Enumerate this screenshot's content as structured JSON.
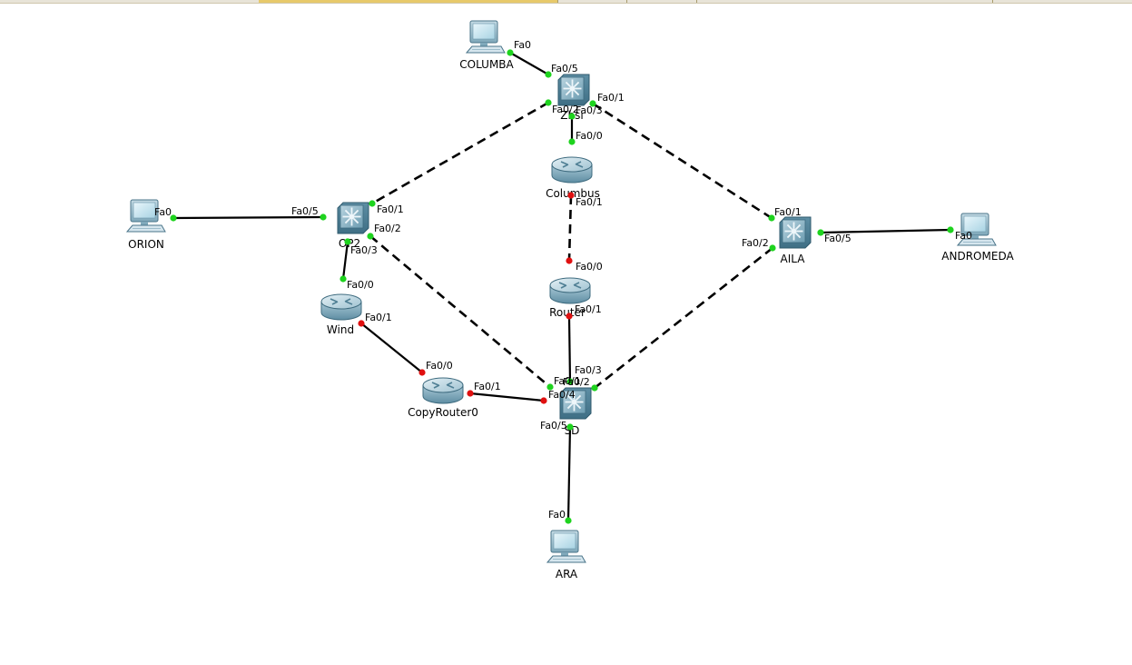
{
  "devices": [
    {
      "id": "columba",
      "type": "pc",
      "label": "COLUMBA"
    },
    {
      "id": "zhsi",
      "type": "switch",
      "label": "Zhsi"
    },
    {
      "id": "orion",
      "type": "pc",
      "label": "ORION"
    },
    {
      "id": "op2",
      "type": "switch",
      "label": "OP2"
    },
    {
      "id": "columbus",
      "type": "router",
      "label": "Columbus"
    },
    {
      "id": "aila",
      "type": "switch",
      "label": "AILA"
    },
    {
      "id": "andromeda",
      "type": "pc",
      "label": "ANDROMEDA"
    },
    {
      "id": "router0",
      "type": "router",
      "label": "Router"
    },
    {
      "id": "wind",
      "type": "router",
      "label": "Wind"
    },
    {
      "id": "copyrouter0",
      "type": "router",
      "label": "CopyRouter0"
    },
    {
      "id": "sd",
      "type": "switch",
      "label": "SD"
    },
    {
      "id": "ara",
      "type": "pc",
      "label": "ARA"
    }
  ],
  "links": [
    {
      "from": "columba",
      "from_port": "Fa0",
      "to": "zhsi",
      "to_port": "Fa0/5",
      "style": "solid",
      "from_status": "up",
      "to_status": "up"
    },
    {
      "from": "zhsi",
      "from_port": "Fa0/2",
      "to": "op2",
      "to_port": "Fa0/1",
      "style": "dashed",
      "from_status": "up",
      "to_status": "up"
    },
    {
      "from": "zhsi",
      "from_port": "Fa0/1",
      "to": "aila",
      "to_port": "Fa0/1",
      "style": "dashed",
      "from_status": "up",
      "to_status": "up"
    },
    {
      "from": "zhsi",
      "from_port": "Fa0/3",
      "to": "columbus",
      "to_port": "Fa0/0",
      "style": "solid",
      "from_status": "up",
      "to_status": "up"
    },
    {
      "from": "orion",
      "from_port": "Fa0",
      "to": "op2",
      "to_port": "Fa0/5",
      "style": "solid",
      "from_status": "up",
      "to_status": "up"
    },
    {
      "from": "op2",
      "from_port": "Fa0/3",
      "to": "wind",
      "to_port": "Fa0/0",
      "style": "solid",
      "from_status": "up",
      "to_status": "up"
    },
    {
      "from": "op2",
      "from_port": "Fa0/2",
      "to": "sd",
      "to_port": "Fa0/1",
      "style": "dashed",
      "from_status": "up",
      "to_status": "up"
    },
    {
      "from": "columbus",
      "from_port": "Fa0/1",
      "to": "router0",
      "to_port": "Fa0/0",
      "style": "dashed",
      "from_status": "down",
      "to_status": "down"
    },
    {
      "from": "router0",
      "from_port": "Fa0/1",
      "to": "sd",
      "to_port": "Fa0/3",
      "style": "solid",
      "from_status": "down",
      "to_status": "up"
    },
    {
      "from": "wind",
      "from_port": "Fa0/1",
      "to": "copyrouter0",
      "to_port": "Fa0/0",
      "style": "solid",
      "from_status": "down",
      "to_status": "down"
    },
    {
      "from": "copyrouter0",
      "from_port": "Fa0/1",
      "to": "sd",
      "to_port": "Fa0/4",
      "style": "solid",
      "from_status": "down",
      "to_status": "down"
    },
    {
      "from": "aila",
      "from_port": "Fa0/5",
      "to": "andromeda",
      "to_port": "Fa0",
      "style": "solid",
      "from_status": "up",
      "to_status": "up"
    },
    {
      "from": "aila",
      "from_port": "Fa0/2",
      "to": "sd",
      "to_port": "Fa0/2",
      "style": "dashed",
      "from_status": "up",
      "to_status": "up"
    },
    {
      "from": "sd",
      "from_port": "Fa0/5",
      "to": "ara",
      "to_port": "Fa0",
      "style": "solid",
      "from_status": "up",
      "to_status": "up"
    }
  ],
  "colors": {
    "link": "#000000",
    "link_up": "#1ed31e",
    "link_down": "#e01010",
    "device_body": "#6e9fb3",
    "background": "#ffffff"
  },
  "icons": {
    "pc": "pc-icon",
    "switch": "multilayer-switch-icon",
    "router": "router-icon"
  }
}
